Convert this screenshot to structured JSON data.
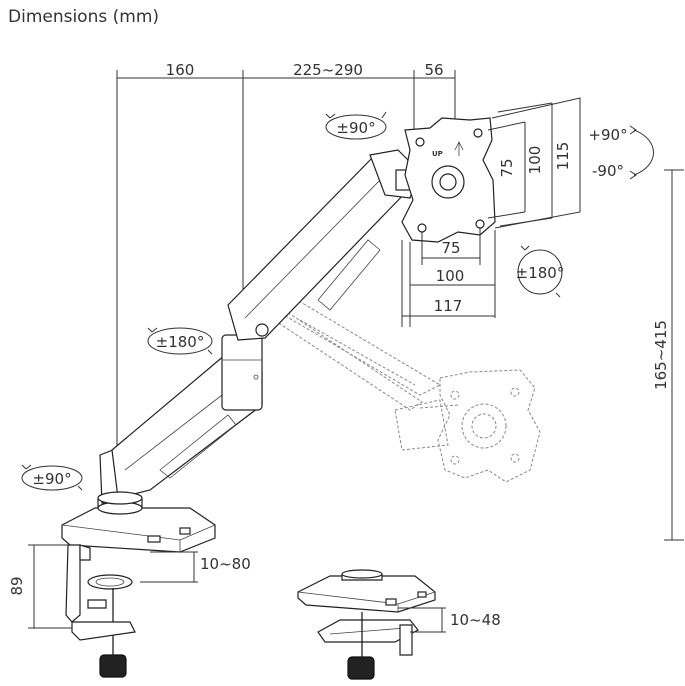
{
  "title": "Dimensions (mm)",
  "dims": {
    "arm_first": "160",
    "arm_second": "225~290",
    "vesa_depth": "56",
    "height_range": "165~415",
    "clamp_height": "89",
    "clamp_range": "10~80",
    "grommet_range": "10~48",
    "vesa_h_75": "75",
    "vesa_h_100": "100",
    "vesa_h_115": "115",
    "vesa_w_75": "75",
    "vesa_w_100": "100",
    "vesa_w_117": "117"
  },
  "rotations": {
    "head_swivel": "±90°",
    "tilt_up": "+90°",
    "tilt_down": "-90°",
    "head_rotate": "±180°",
    "elbow_swivel": "±180°",
    "base_swivel": "±90°"
  },
  "plate_label": "UP"
}
